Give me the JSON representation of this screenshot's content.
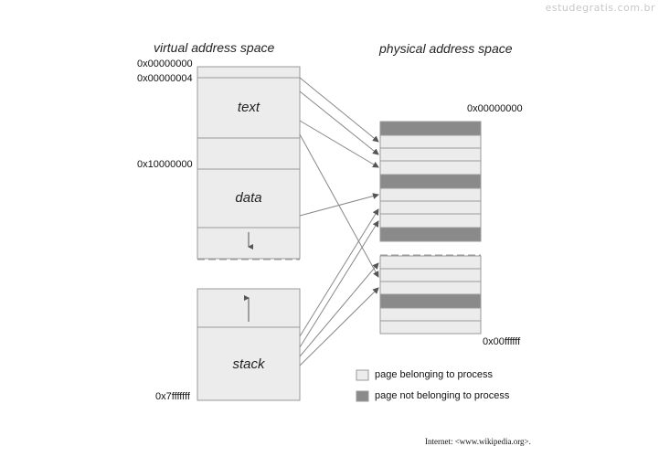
{
  "watermark": "estudegratis.com.br",
  "virtual": {
    "title": "virtual address space",
    "addresses": [
      "0x00000000",
      "0x00000004",
      "0x10000000",
      "0x7fffffff"
    ],
    "segments": [
      "text",
      "data",
      "stack"
    ]
  },
  "physical": {
    "title": "physical address space",
    "address_top": "0x00000000",
    "address_bottom": "0x00ffffff"
  },
  "legend": {
    "belonging": "page belonging to process",
    "not_belonging": "page not belonging to process"
  },
  "colors": {
    "page_light": "#ececec",
    "page_dark": "#8a8a8a",
    "border": "#9a9a9a",
    "arrow": "#888888"
  },
  "source": "Internet: <www.wikipedia.org>."
}
